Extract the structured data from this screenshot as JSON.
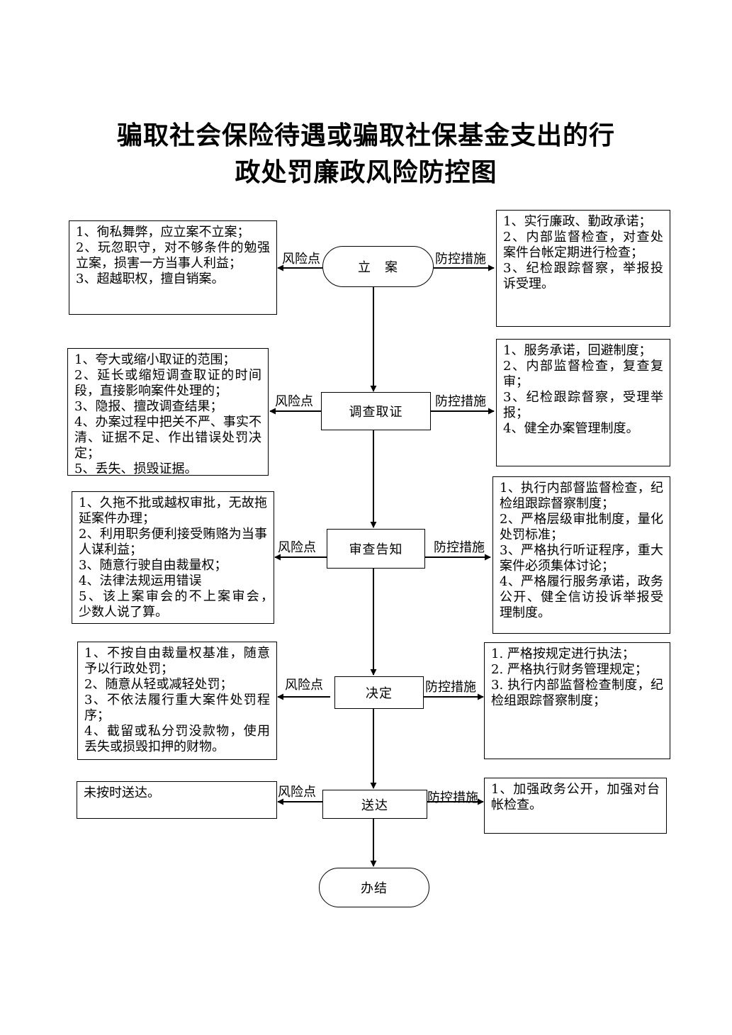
{
  "title": {
    "line1": "骗取社会保险待遇或骗取社保基金支出的行",
    "line2": "政处罚廉政风险防控图"
  },
  "labels": {
    "risk": "风险点",
    "control": "防控措施"
  },
  "steps": [
    {
      "name": "立　案",
      "risk": "1、徇私舞弊，应立案不立案；\n2、玩忽职守，对不够条件的勉强立案，损害一方当事人利益；\n3、超越职权，擅自销案。",
      "control": "1、实行廉政、勤政承诺；\n2、内部监督检查，对查处案件台帐定期进行检查；\n3、纪检跟踪督察，举报投诉受理。"
    },
    {
      "name": "调查取证",
      "risk": "1、夸大或缩小取证的范围；\n2、延长或缩短调查取证的时间段，直接影响案件处理的；\n3、隐报、擅改调查结果；\n4、办案过程中把关不严、事实不清、证据不足、作出错误处罚决定；\n5、丢失、损毁证据。",
      "control": "1、服务承诺，回避制度；\n2、内部监督检查，复查复审；\n3、纪检跟踪督察，受理举报；\n4、健全办案管理制度。"
    },
    {
      "name": "审查告知",
      "risk": "1、久拖不批或越权审批，无故拖延案件办理；\n2、利用职务便利接受贿赂为当事人谋利益；\n3、随意行驶自由裁量权；\n4、法律法规运用错误\n5、该上案审会的不上案审会，　少数人说了算。",
      "control": "1、执行内部督监督检查，纪检组跟踪督察制度；\n2、严格层级审批制度，量化处罚标准；\n3、严格执行听证程序，重大案件必须集体讨论；\n4、严格履行服务承诺，政务公开、健全信访投诉举报受理制度。"
    },
    {
      "name": "决定",
      "risk": "1、不按自由裁量权基准，随意予以行政处罚；\n2、随意从轻或减轻处罚；\n3、不依法履行重大案件处罚程序；\n4、截留或私分罚没款物，使用丢失或损毁扣押的财物。",
      "control": "1. 严格按规定进行执法；\n2. 严格执行财务管理规定；\n3. 执行内部监督检查制度，纪检组跟踪督察制度；"
    },
    {
      "name": "送达",
      "risk": "未按时送达。",
      "control": "1、加强政务公开，加强对台帐检查。"
    }
  ],
  "end": "办结"
}
